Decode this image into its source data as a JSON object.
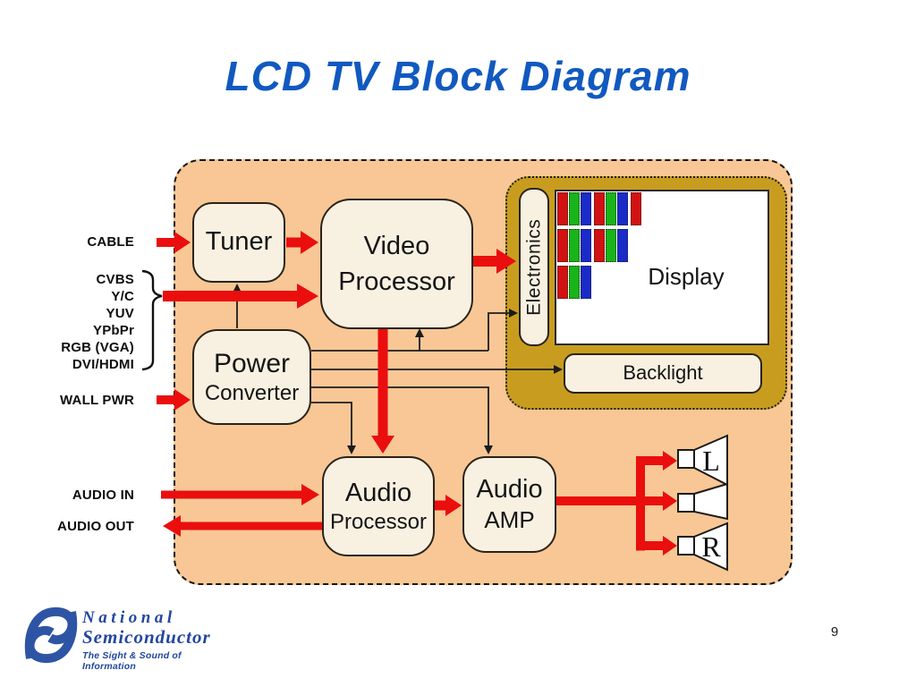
{
  "slide": {
    "title": "LCD TV Block Diagram",
    "page_number": "9"
  },
  "inputs": {
    "cable": "CABLE",
    "video_sources": [
      "CVBS",
      "Y/C",
      "YUV",
      "YPbPr",
      "RGB (VGA)",
      "DVI/HDMI"
    ],
    "wall_pwr": "WALL PWR",
    "audio_in": "AUDIO IN",
    "audio_out": "AUDIO OUT"
  },
  "blocks": {
    "tuner": {
      "label": "Tuner"
    },
    "video_processor": {
      "line1": "Video",
      "line2": "Processor"
    },
    "power_converter": {
      "line1": "Power",
      "line2": "Converter"
    },
    "audio_processor": {
      "line1": "Audio",
      "line2": "Processor"
    },
    "audio_amp": {
      "line1": "Audio",
      "line2": "AMP"
    },
    "panel": {
      "electronics": "Electronics",
      "display": "Display",
      "backlight": "Backlight"
    }
  },
  "speakers": {
    "left_label": "L",
    "right_label": "R"
  },
  "display_pixels": {
    "rows": [
      [
        "red",
        "green",
        "blue",
        "red",
        "green",
        "blue",
        "red"
      ],
      [
        "red",
        "green",
        "blue",
        "red",
        "green",
        "blue"
      ],
      [
        "red",
        "green",
        "blue"
      ]
    ],
    "colors": {
      "red": "#D21212",
      "green": "#19B419",
      "blue": "#1A2BC8"
    }
  },
  "logo": {
    "line1": "National",
    "line2": "Semiconductor",
    "tagline": "The Sight & Sound of Information"
  },
  "colors": {
    "accent_red": "#EA0E0E",
    "container_orange": "#F8C795",
    "panel_gold": "#C89D1F",
    "block_cream": "#F8F1E2",
    "title_blue": "#1159C0",
    "logo_blue": "#23479E"
  }
}
